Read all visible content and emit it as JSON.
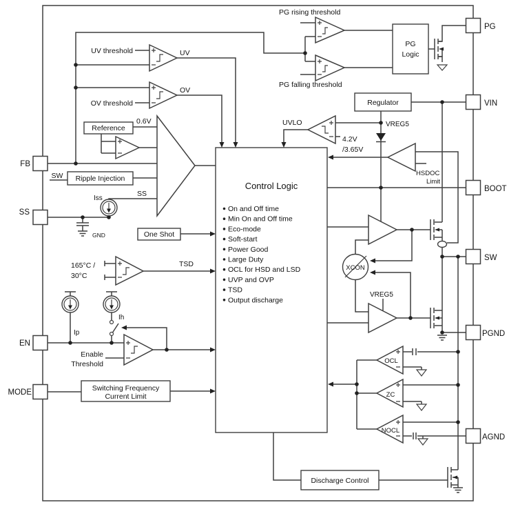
{
  "diagram_colors": {
    "line": "#3f3f3f",
    "text": "#111111",
    "background": "#ffffff"
  },
  "pins": {
    "left": [
      "FB",
      "SS",
      "EN",
      "MODE"
    ],
    "right": [
      "PG",
      "VIN",
      "BOOT",
      "SW",
      "PGND",
      "AGND"
    ]
  },
  "blocks": {
    "reference": "Reference",
    "ripple_injection": "Ripple Injection",
    "one_shot": "One Shot",
    "switching_freq_line1": "Switching Frequency",
    "switching_freq_line2": "Current Limit",
    "regulator": "Regulator",
    "pg_logic_line1": "PG",
    "pg_logic_line2": "Logic",
    "discharge_control": "Discharge Control"
  },
  "control_logic": {
    "title": "Control Logic",
    "items": [
      "On and Off time",
      "Min On and Off time",
      "Eco-mode",
      "Soft-start",
      "Power Good",
      "Large Duty",
      "OCL for HSD and LSD",
      "UVP and OVP",
      "TSD",
      "Output discharge"
    ]
  },
  "labels": {
    "pg_rising_threshold": "PG rising threshold",
    "pg_falling_threshold": "PG falling threshold",
    "uv_threshold": "UV threshold",
    "ov_threshold": "OV threshold",
    "uv": "UV",
    "ov": "OV",
    "vref": "0.6V",
    "sw_input": "SW",
    "ss_net": "SS",
    "iss": "Iss",
    "gnd": "GND",
    "tsd": "TSD",
    "temp_line1": "165°C /",
    "temp_line2": "30°C",
    "ip": "Ip",
    "ih": "Ih",
    "enable_line1": "Enable",
    "enable_line2": "Threshold",
    "uvlo": "UVLO",
    "uvlo_th_line1": "4.2V",
    "uvlo_th_line2": "/3.65V",
    "vreg5_top": "VREG5",
    "vreg5_mid": "VREG5",
    "hsdoc": "HSDOC",
    "hsdoc_limit": "Limit",
    "xcon": "XCON",
    "ocl": "OCL",
    "zc": "ZC",
    "nocl": "NOCL"
  }
}
